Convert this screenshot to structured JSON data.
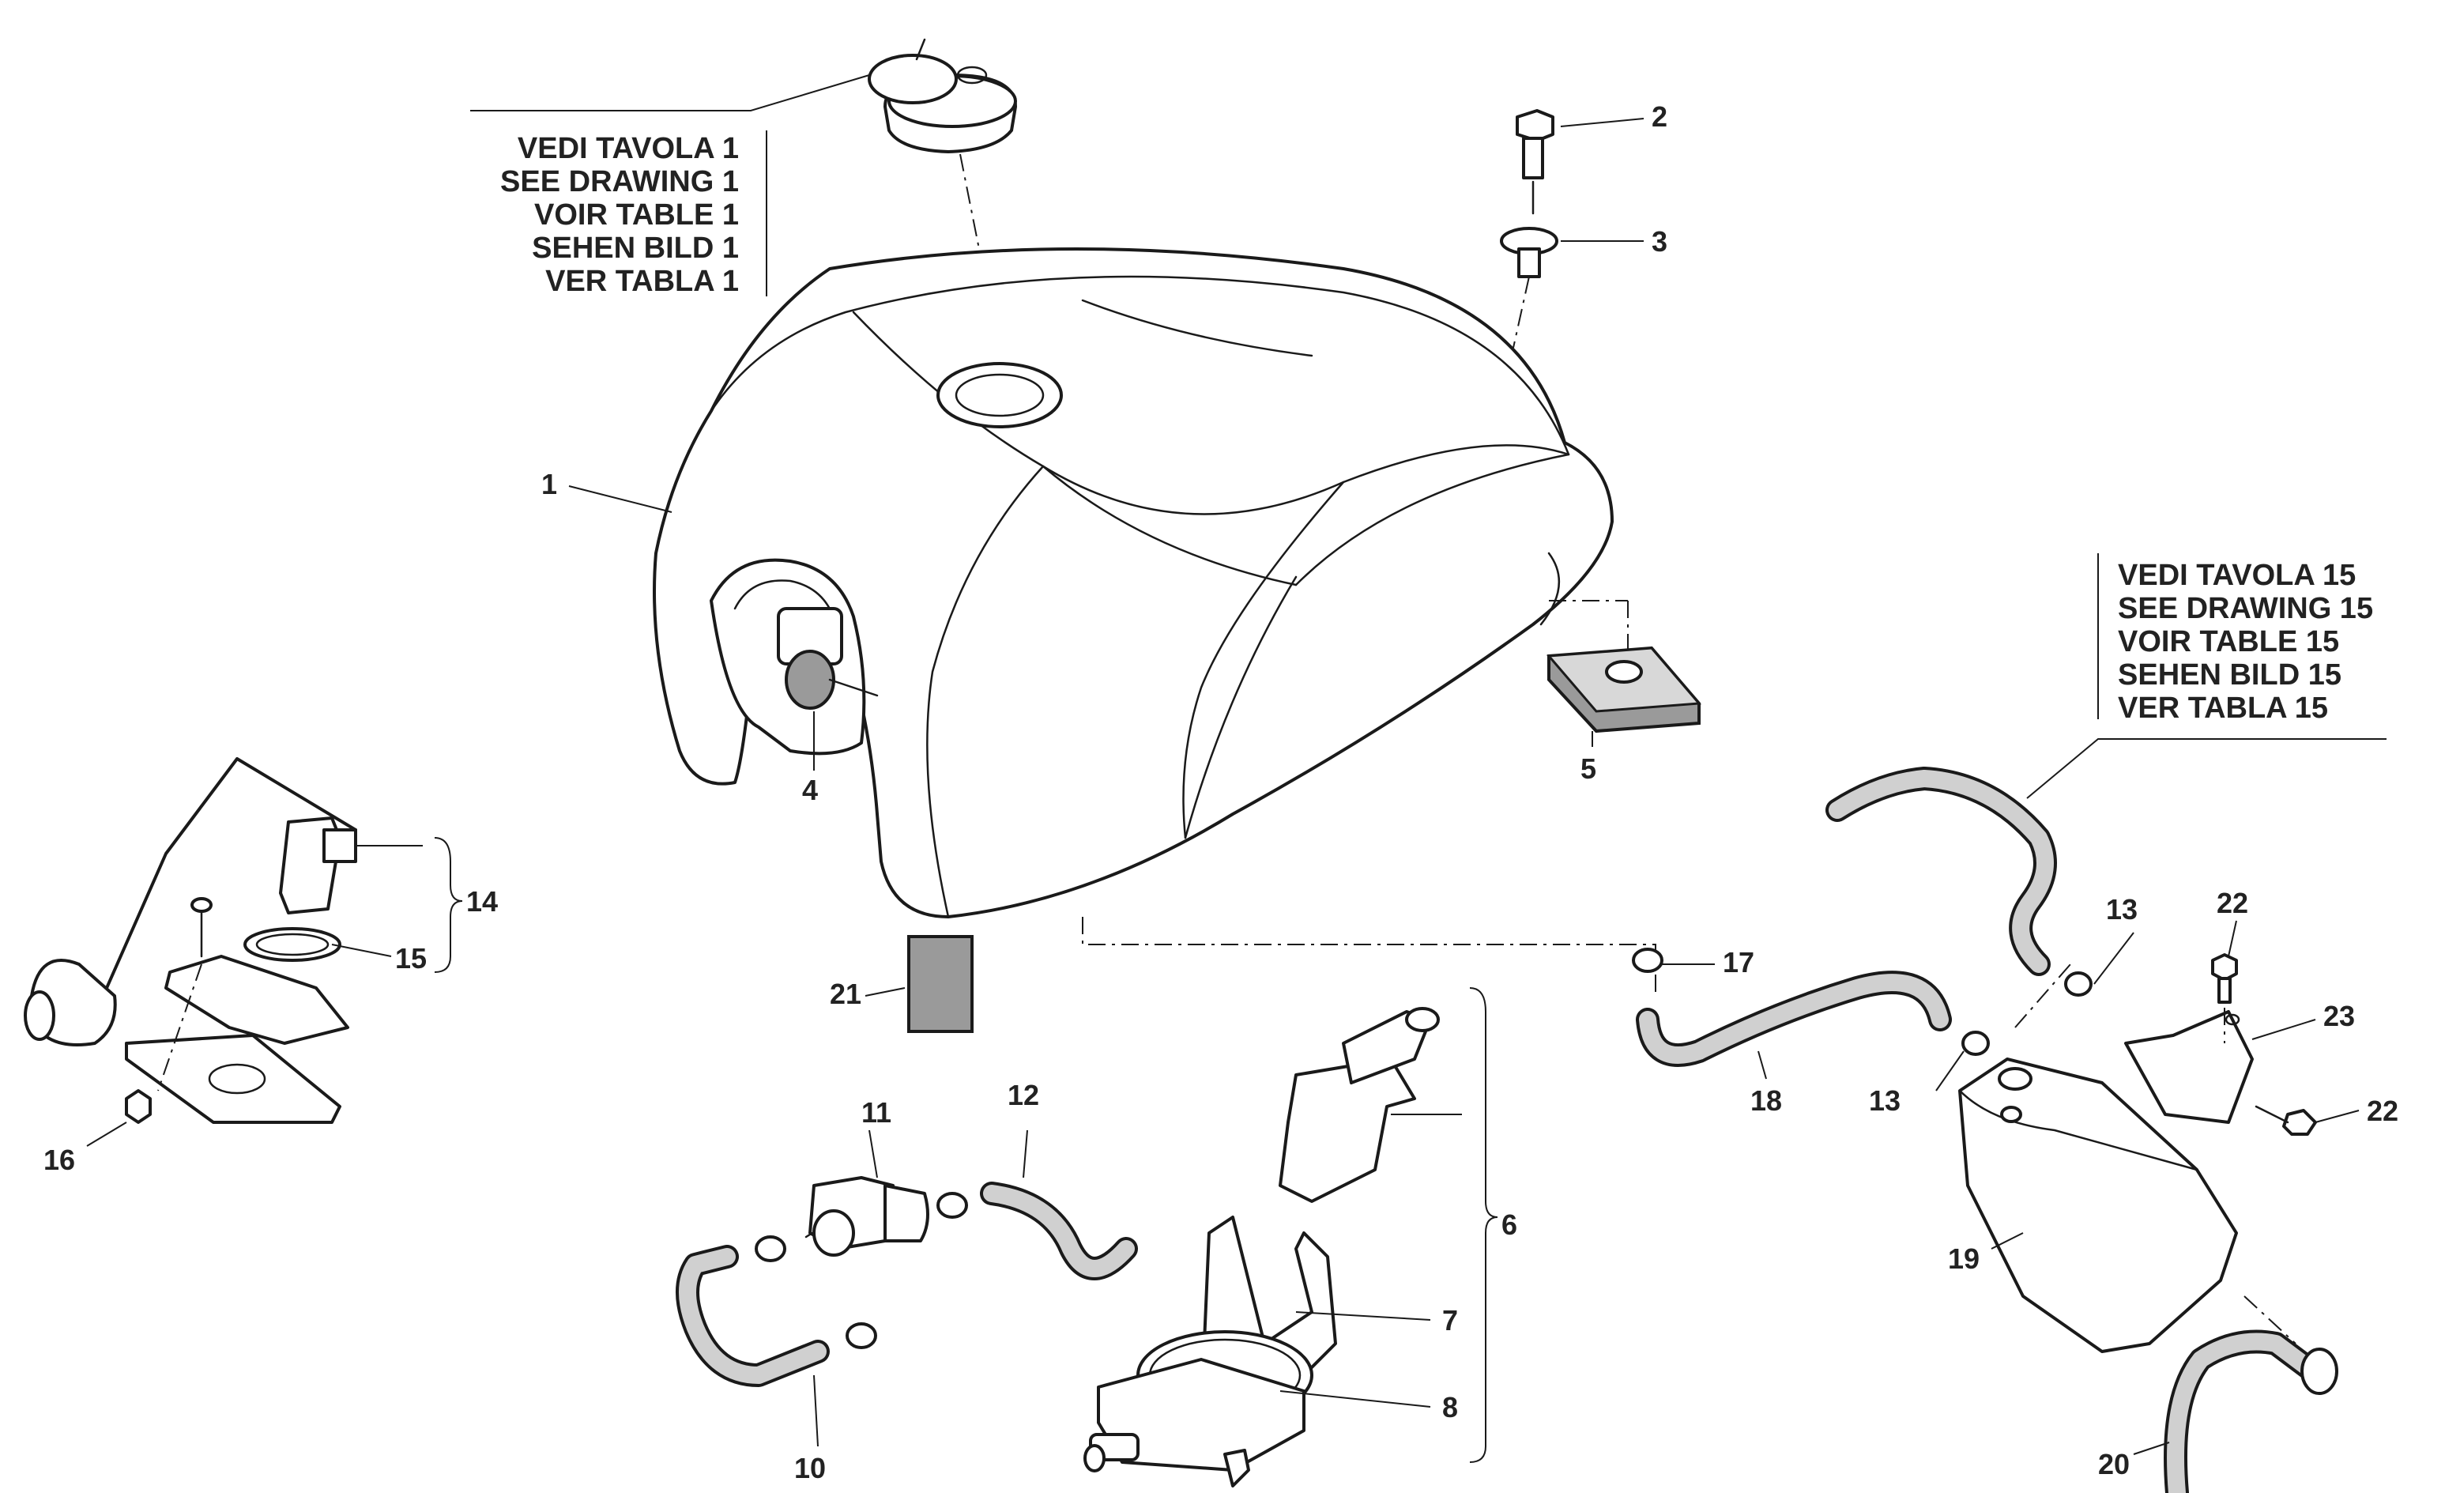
{
  "references": {
    "drawing_1": [
      "VEDI TAVOLA 1",
      "SEE DRAWING 1",
      "VOIR TABLE 1",
      "SEHEN BILD 1",
      "VER TABLA 1"
    ],
    "drawing_15": [
      "VEDI TAVOLA 15",
      "SEE DRAWING 15",
      "VOIR TABLE 15",
      "SEHEN BILD 15",
      "VER TABLA 15"
    ]
  },
  "callouts": {
    "c1": "1",
    "c2": "2",
    "c3": "3",
    "c4": "4",
    "c5": "5",
    "c6": "6",
    "c7": "7",
    "c8": "8",
    "c10": "10",
    "c11": "11",
    "c12": "12",
    "c13a": "13",
    "c13b": "13",
    "c14": "14",
    "c15": "15",
    "c16": "16",
    "c17": "17",
    "c18": "18",
    "c19": "19",
    "c20": "20",
    "c21": "21",
    "c22a": "22",
    "c22b": "22",
    "c23": "23"
  }
}
